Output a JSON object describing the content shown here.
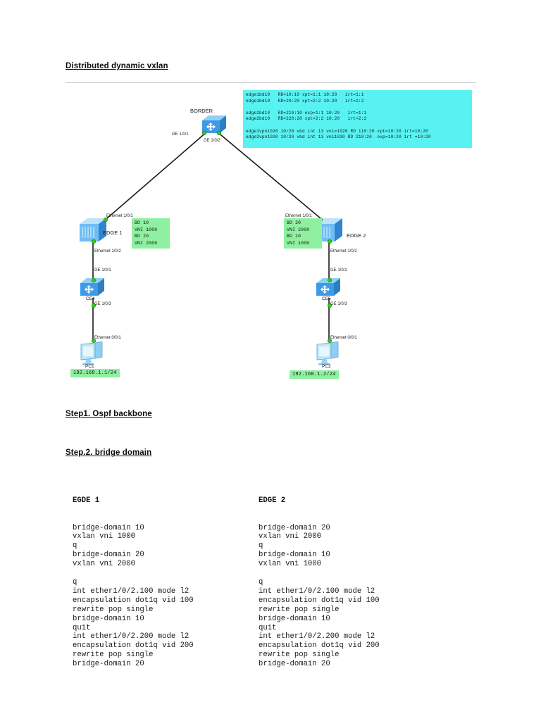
{
  "document": {
    "title": "Distributed dynamic vxlan",
    "step1_heading": "Step1. Ospf backbone",
    "step2_heading": "Step.2. bridge domain"
  },
  "diagram": {
    "cyan_block": {
      "lines": [
        "edge1bd10   RD=10:10 xpt=1:1 10:20   irt=1:1",
        "edge1bd10   RD=20:20 xpt=2:2 10:20   irt=2:2",
        "",
        "edge2bd10   RD=210:10 exp=1:1 10:20   irt=1:1",
        "edge2bd10   RD=220:20 xpt=2:2 10:20   irt=2:2",
        "",
        "edge1vpn1020 10/20 vbd int 13 vni=1020 RD 110:20 xpt=10:20 irt=10:20",
        "edge2vpn1020 10/20 vbd int 13 vni1020 RD 210:20  exp=10:20 irt =10:20"
      ]
    },
    "nodes": {
      "border": "BORDER",
      "edge1": "EDGE 1",
      "edge2": "EDGE 2",
      "ce4": "CE4",
      "ce5": "CE5",
      "pc1": "PC1",
      "pc2": "PC2"
    },
    "interfaces": {
      "border_left": "GE 1/0/1",
      "border_right": "GE 1/0/2",
      "edge1_up": "Ethernet 1/0/1",
      "edge1_down": "Ethernet 1/0/2",
      "edge2_up": "Ethernet 1/0/1",
      "edge2_down": "Ethernet 1/0/2",
      "ce4_up": "GE 1/0/1",
      "ce4_down": "GE 1/0/3",
      "ce5_up": "GE 1/0/1",
      "ce5_down": "GE 1/0/3",
      "pc1_up": "Ethernet 0/0/1",
      "pc2_up": "Ethernet 0/0/1"
    },
    "bd_boxes": {
      "edge1": "BD 10\nVNI 1000\nBD 20\nVNI 2000",
      "edge2": "BD 20\nVNI 2000\nBD 10\nVNI 1000"
    },
    "ip_labels": {
      "pc1": "192.168.1.1/24",
      "pc2": "192.168.1.2/24"
    }
  },
  "configs": {
    "left": {
      "title": "EGDE 1",
      "lines": [
        "bridge-domain 10",
        "vxlan vni 1000",
        "q",
        "bridge-domain 20",
        "vxlan vni 2000",
        "",
        "q",
        "int ether1/0/2.100 mode l2",
        "encapsulation dot1q vid 100",
        "rewrite pop single",
        "bridge-domain 10",
        "quit",
        "int ether1/0/2.200 mode l2",
        "encapsulation dot1q vid 200",
        "rewrite pop single",
        "bridge-domain 20"
      ]
    },
    "right": {
      "title": "EDGE 2",
      "lines": [
        "bridge-domain 20",
        "vxlan vni 2000",
        "q",
        "bridge-domain 10",
        "vxlan vni 1000",
        "",
        "q",
        "int ether1/0/2.100 mode l2",
        "encapsulation dot1q vid 100",
        "rewrite pop single",
        "bridge-domain 10",
        "quit",
        "int ether1/0/2.200 mode l2",
        "encapsulation dot1q vid 200",
        "rewrite pop single",
        "bridge-domain 20"
      ]
    }
  },
  "colors": {
    "cyan": "#59f2f2",
    "green": "#8ef0a0",
    "device_blue": "#4aa3f0",
    "link": "#1a1a1a"
  }
}
